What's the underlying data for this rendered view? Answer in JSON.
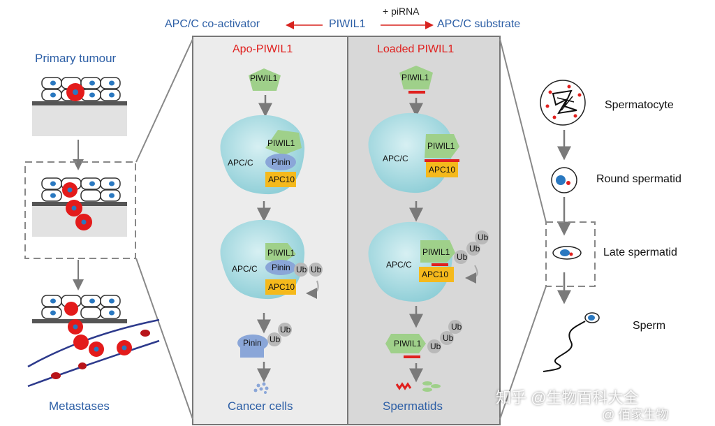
{
  "header": {
    "left": "APC/C co-activator",
    "center": "PIWIL1",
    "right": "APC/C substrate",
    "above_arrow": "+ piRNA"
  },
  "left": {
    "top": "Primary tumour",
    "bottom": "Metastases"
  },
  "panels": {
    "apo": {
      "title": "Apo-PIWIL1",
      "bottom": "Cancer cells",
      "piwil1": "PIWIL1",
      "apcc": "APC/C",
      "pinin": "Pinin",
      "apc10": "APC10",
      "ub": "Ub"
    },
    "loaded": {
      "title": "Loaded PIWIL1",
      "bottom": "Spermatids",
      "piwil1": "PIWIL1",
      "apcc": "APC/C",
      "apc10": "APC10",
      "ub": "Ub"
    }
  },
  "right": {
    "stages": [
      "Spermatocyte",
      "Round spermatid",
      "Late spermatid",
      "Sperm"
    ]
  },
  "watermark": {
    "line1": "知乎 @生物百科大全",
    "line2": "@ 佰家生物"
  },
  "colors": {
    "title_red": "#e0201e",
    "label_blue": "#2d5fa6",
    "piwil_green": "#9fd08a",
    "apcc_cyan": "#a9dde3",
    "pinin_blue": "#8aa6d8",
    "apc10_yellow": "#f5b91c",
    "ub_gray": "#b9b9b9"
  }
}
